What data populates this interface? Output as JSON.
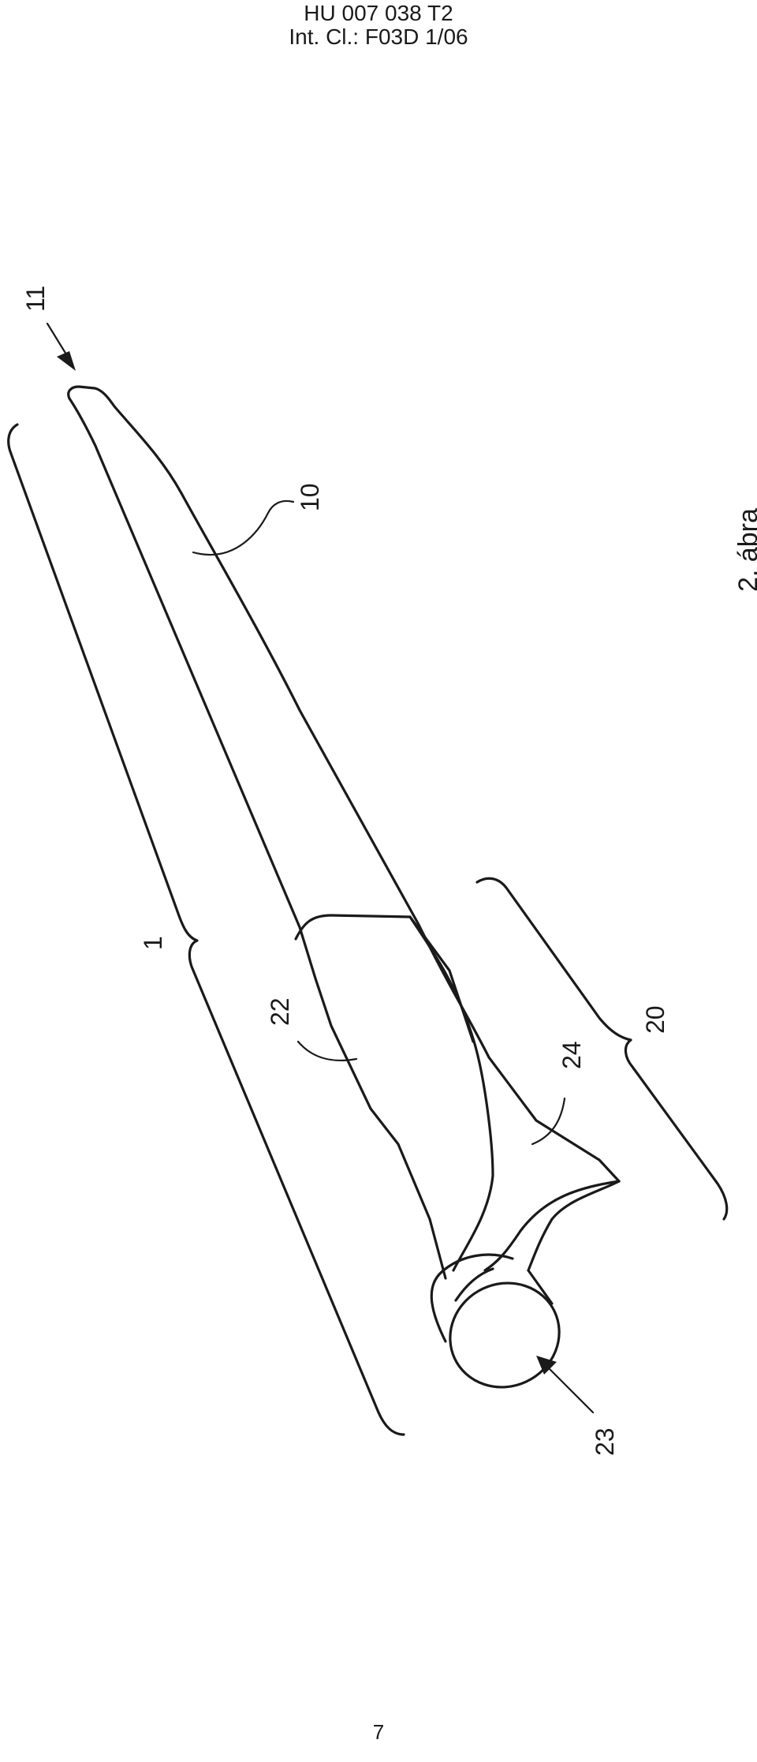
{
  "header": {
    "doc_number": "HU 007 038 T2",
    "classification": "Int. Cl.: F03D 1/06"
  },
  "figure": {
    "caption": "2. ábra",
    "labels": {
      "ref_1": "1",
      "ref_10": "10",
      "ref_11": "11",
      "ref_20": "20",
      "ref_22": "22",
      "ref_23": "23",
      "ref_24": "24"
    }
  },
  "page_number": "7"
}
